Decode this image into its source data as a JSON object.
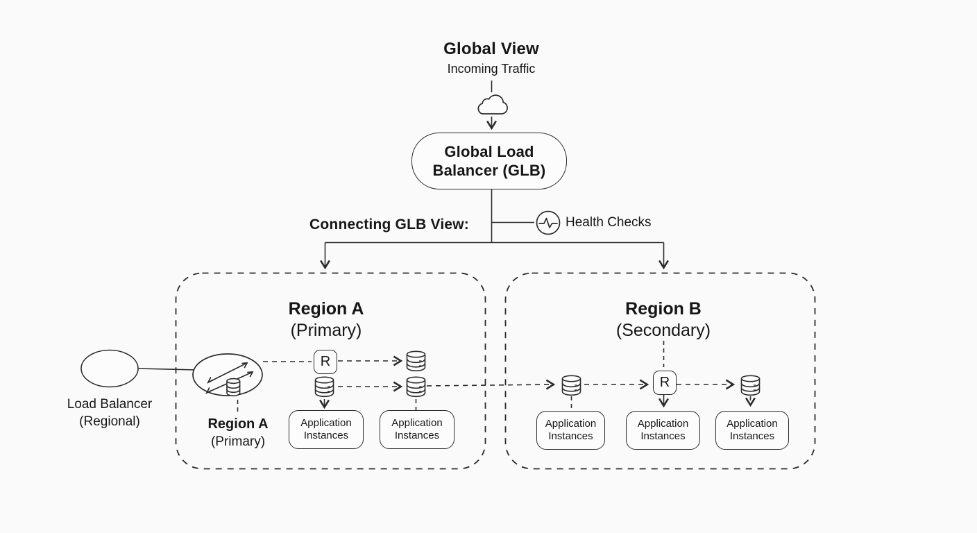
{
  "header": {
    "title": "Global View",
    "subtitle": "Incoming Traffic"
  },
  "glb": {
    "line1": "Global Load",
    "line2": "Balancer (GLB)"
  },
  "labels": {
    "connecting": "Connecting GLB View:",
    "health_checks": "Health Checks"
  },
  "regional_lb": {
    "line1": "Load Balancer",
    "line2": "(Regional)"
  },
  "region_a": {
    "title1": "Region A",
    "title2": "(Primary)",
    "lb_label1": "Region A",
    "lb_label2": "(Primary)",
    "router": "R"
  },
  "region_b": {
    "title1": "Region B",
    "title2": "(Secondary)",
    "router": "R"
  },
  "app_box": {
    "line1": "Application",
    "line2": "Instances"
  },
  "colors": {
    "ink": "#2b2b2b",
    "text": "#161616",
    "background": "#fafafa",
    "shape_fill": "#fcfcfc"
  }
}
